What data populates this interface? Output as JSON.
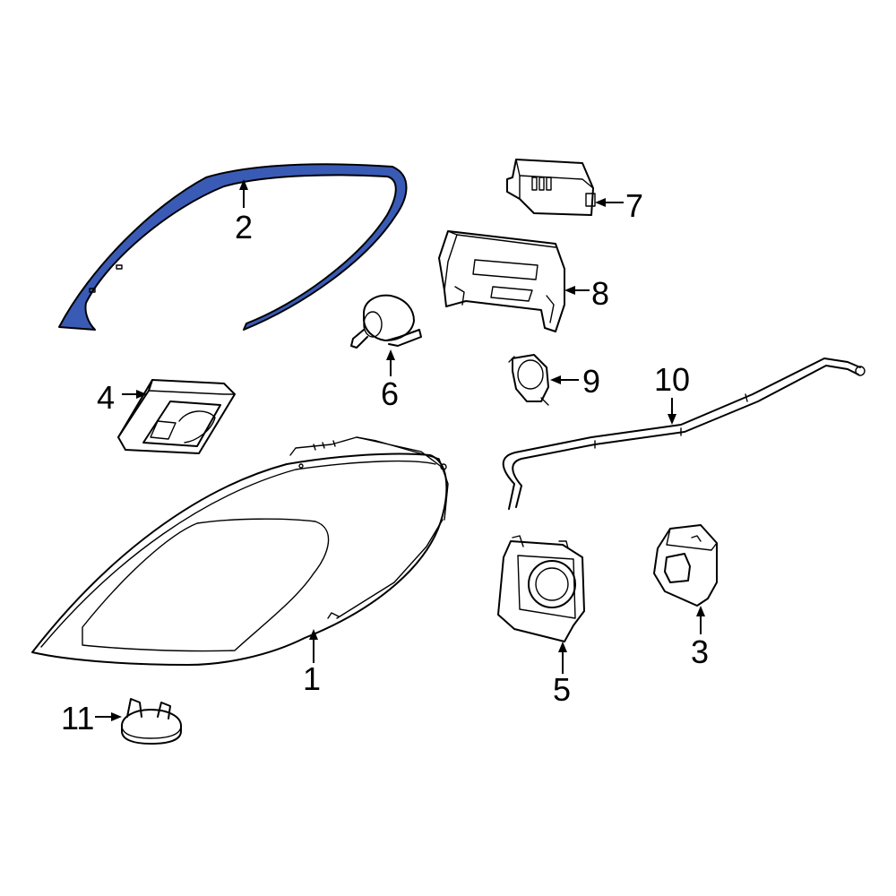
{
  "callouts": {
    "c1": "1",
    "c2": "2",
    "c3": "3",
    "c4": "4",
    "c5": "5",
    "c6": "6",
    "c7": "7",
    "c8": "8",
    "c9": "9",
    "c10": "10",
    "c11": "11"
  },
  "colors": {
    "highlight": "#3a5bb5",
    "line": "#000000",
    "background": "#ffffff"
  }
}
